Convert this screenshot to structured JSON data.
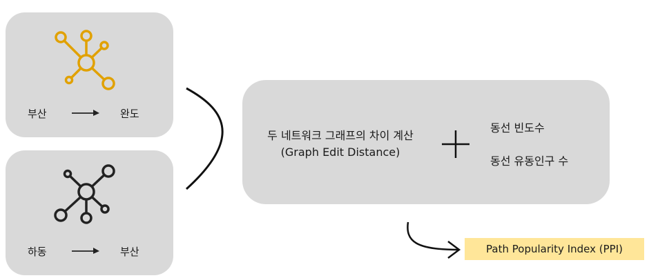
{
  "colors": {
    "accent": "#e1a100",
    "card": "#d9d9d9",
    "ppi_highlight": "#ffe699",
    "dark": "#222222"
  },
  "top_card": {
    "from": "부산",
    "to": "완도",
    "icon": "network-icon"
  },
  "bottom_card": {
    "from": "하동",
    "to": "부산",
    "icon": "network-icon"
  },
  "main_card": {
    "line1": "두 네트워크 그래프의 차이 계산",
    "line2": "(Graph Edit Distance)",
    "metric1": "동선 빈도수",
    "metric2": "동선 유동인구 수"
  },
  "output": {
    "label": "Path Popularity Index (PPI)"
  }
}
